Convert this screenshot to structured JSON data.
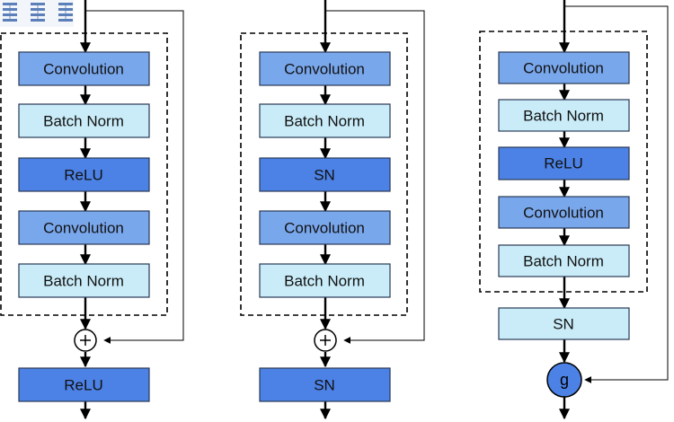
{
  "colors": {
    "convolution": "#79a7ec",
    "batch_norm": "#c9ecf8",
    "relu": "#4c82e6",
    "sn": "#4c82e6",
    "sn_light": "#c9ecf8",
    "g_node": "#4c82e6"
  },
  "thumbnail": {
    "icon": "network-diagram-thumbnail-icon"
  },
  "columns": [
    {
      "blocks": [
        {
          "label": "Convolution",
          "kind": "convolution"
        },
        {
          "label": "Batch Norm",
          "kind": "batch_norm"
        },
        {
          "label": "ReLU",
          "kind": "relu"
        },
        {
          "label": "Convolution",
          "kind": "convolution"
        },
        {
          "label": "Batch Norm",
          "kind": "batch_norm"
        }
      ],
      "merge": "+",
      "output": {
        "label": "ReLU",
        "kind": "relu"
      }
    },
    {
      "blocks": [
        {
          "label": "Convolution",
          "kind": "convolution"
        },
        {
          "label": "Batch Norm",
          "kind": "batch_norm"
        },
        {
          "label": "SN",
          "kind": "sn"
        },
        {
          "label": "Convolution",
          "kind": "convolution"
        },
        {
          "label": "Batch Norm",
          "kind": "batch_norm"
        }
      ],
      "merge": "+",
      "output": {
        "label": "SN",
        "kind": "sn"
      }
    },
    {
      "blocks": [
        {
          "label": "Convolution",
          "kind": "convolution"
        },
        {
          "label": "Batch Norm",
          "kind": "batch_norm"
        },
        {
          "label": "ReLU",
          "kind": "relu"
        },
        {
          "label": "Convolution",
          "kind": "convolution"
        },
        {
          "label": "Batch Norm",
          "kind": "batch_norm"
        }
      ],
      "post": {
        "label": "SN",
        "kind": "sn_light"
      },
      "merge": "g"
    }
  ]
}
